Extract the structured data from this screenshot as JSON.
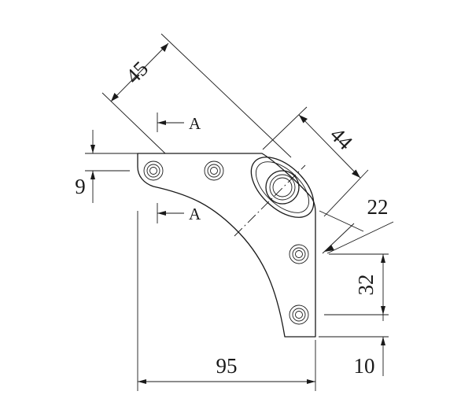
{
  "dimensions": {
    "d45": "45",
    "d44": "44",
    "d22": "22",
    "d9": "9",
    "d32": "32",
    "d10": "10",
    "d95": "95"
  },
  "section_marks": {
    "top": "A",
    "bottom": "A"
  }
}
